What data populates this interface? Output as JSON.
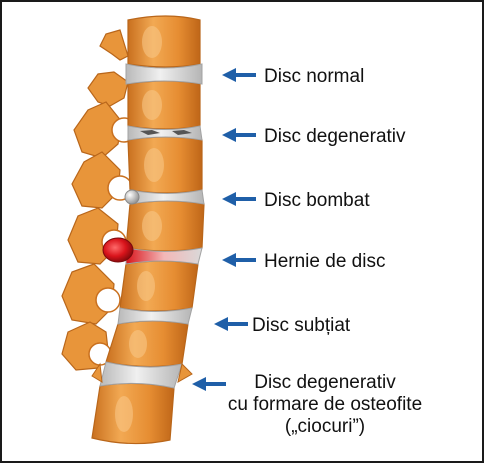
{
  "colors": {
    "vertebra": "#e8953a",
    "vertebra_dark": "#c96f1e",
    "vertebra_light": "#f6b96a",
    "disc": "#dcdcdc",
    "disc_edge": "#a9a9a9",
    "hernia": "#d9141b",
    "arrow": "#1f5fa8",
    "frame": "#1a1a1a"
  },
  "labels": [
    {
      "id": "normal",
      "text": "Disc normal"
    },
    {
      "id": "degenerative",
      "text": "Disc degenerativ"
    },
    {
      "id": "bulging",
      "text": "Disc bombat"
    },
    {
      "id": "herniated",
      "text": "Hernie de disc"
    },
    {
      "id": "thinning",
      "text": "Disc subțiat"
    },
    {
      "id": "osteophyte",
      "lines": [
        "Disc degenerativ",
        "cu formare de osteofite",
        "(„ciocuri”)"
      ]
    }
  ]
}
